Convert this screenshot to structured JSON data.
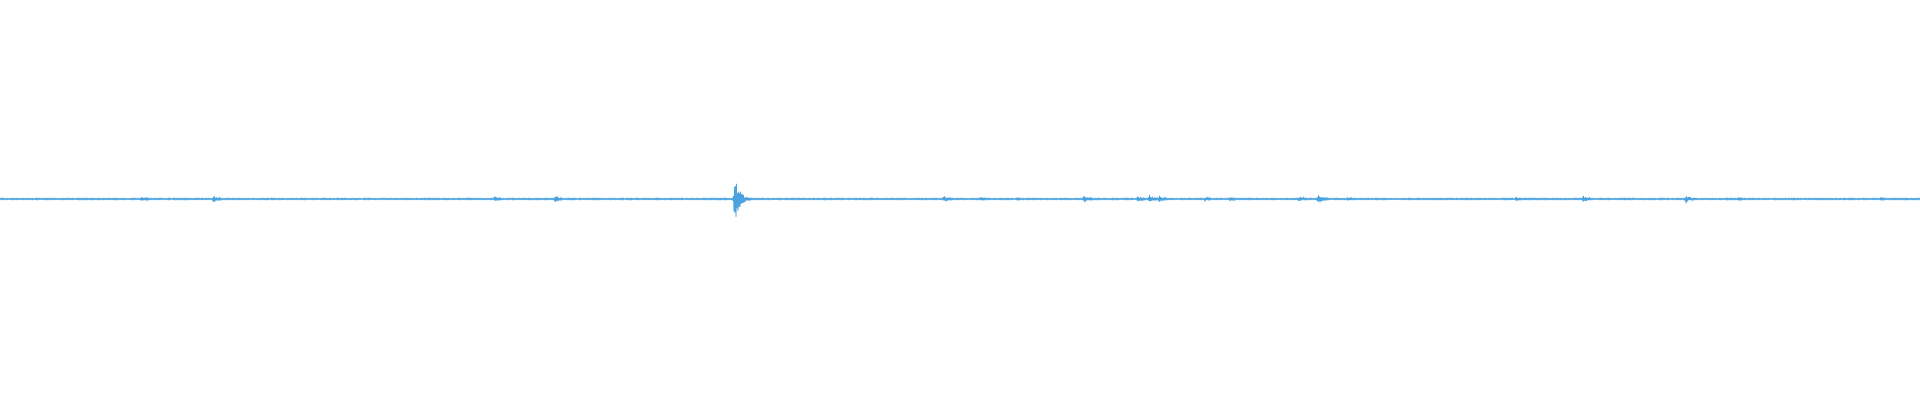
{
  "waveform": {
    "color": "#4aa3df",
    "transients": [
      {
        "t": 0.0735,
        "amp": 0.13
      },
      {
        "t": 0.111,
        "amp": 0.16
      },
      {
        "t": 0.2575,
        "amp": 0.12
      },
      {
        "t": 0.289,
        "amp": 0.15
      },
      {
        "t": 0.3825,
        "amp": 1.0
      },
      {
        "t": 0.4915,
        "amp": 0.15
      },
      {
        "t": 0.511,
        "amp": 0.08
      },
      {
        "t": 0.5295,
        "amp": 0.08
      },
      {
        "t": 0.5645,
        "amp": 0.2
      },
      {
        "t": 0.5925,
        "amp": 0.14
      },
      {
        "t": 0.5985,
        "amp": 0.18
      },
      {
        "t": 0.6035,
        "amp": 0.15
      },
      {
        "t": 0.6275,
        "amp": 0.1
      },
      {
        "t": 0.6405,
        "amp": 0.1
      },
      {
        "t": 0.6765,
        "amp": 0.14
      },
      {
        "t": 0.6865,
        "amp": 0.22
      },
      {
        "t": 0.702,
        "amp": 0.08
      },
      {
        "t": 0.7895,
        "amp": 0.1
      },
      {
        "t": 0.8245,
        "amp": 0.15
      },
      {
        "t": 0.878,
        "amp": 0.18
      },
      {
        "t": 0.9055,
        "amp": 0.07
      },
      {
        "t": 0.9795,
        "amp": 0.07
      }
    ]
  }
}
